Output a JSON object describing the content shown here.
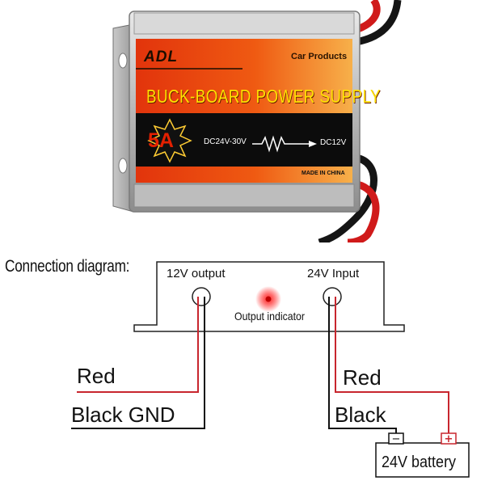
{
  "device": {
    "brand": "ADL",
    "tagline": "Car Products",
    "title": "BUCK-BOARD POWER SUPPLY",
    "current_rating": "5A",
    "input_range": "DC24V-30V",
    "output_voltage": "DC12V",
    "origin": "MADE IN CHINA"
  },
  "diagram": {
    "title": "Connection diagram:",
    "output_port_label": "12V output",
    "input_port_label": "24V Input",
    "indicator_label": "Output indicator",
    "left_red_label": "Red",
    "left_black_label": "Black GND",
    "right_red_label": "Red",
    "right_black_label": "Black",
    "battery_label": "24V battery",
    "battery_negative": "−",
    "battery_positive": "+"
  },
  "colors": {
    "red_wire": "#c8262e",
    "black_wire": "#111111",
    "indicator": "#e01010",
    "device_orange": "#f07a1e",
    "device_red": "#e2340c",
    "title_yellow": "#ffe100"
  }
}
